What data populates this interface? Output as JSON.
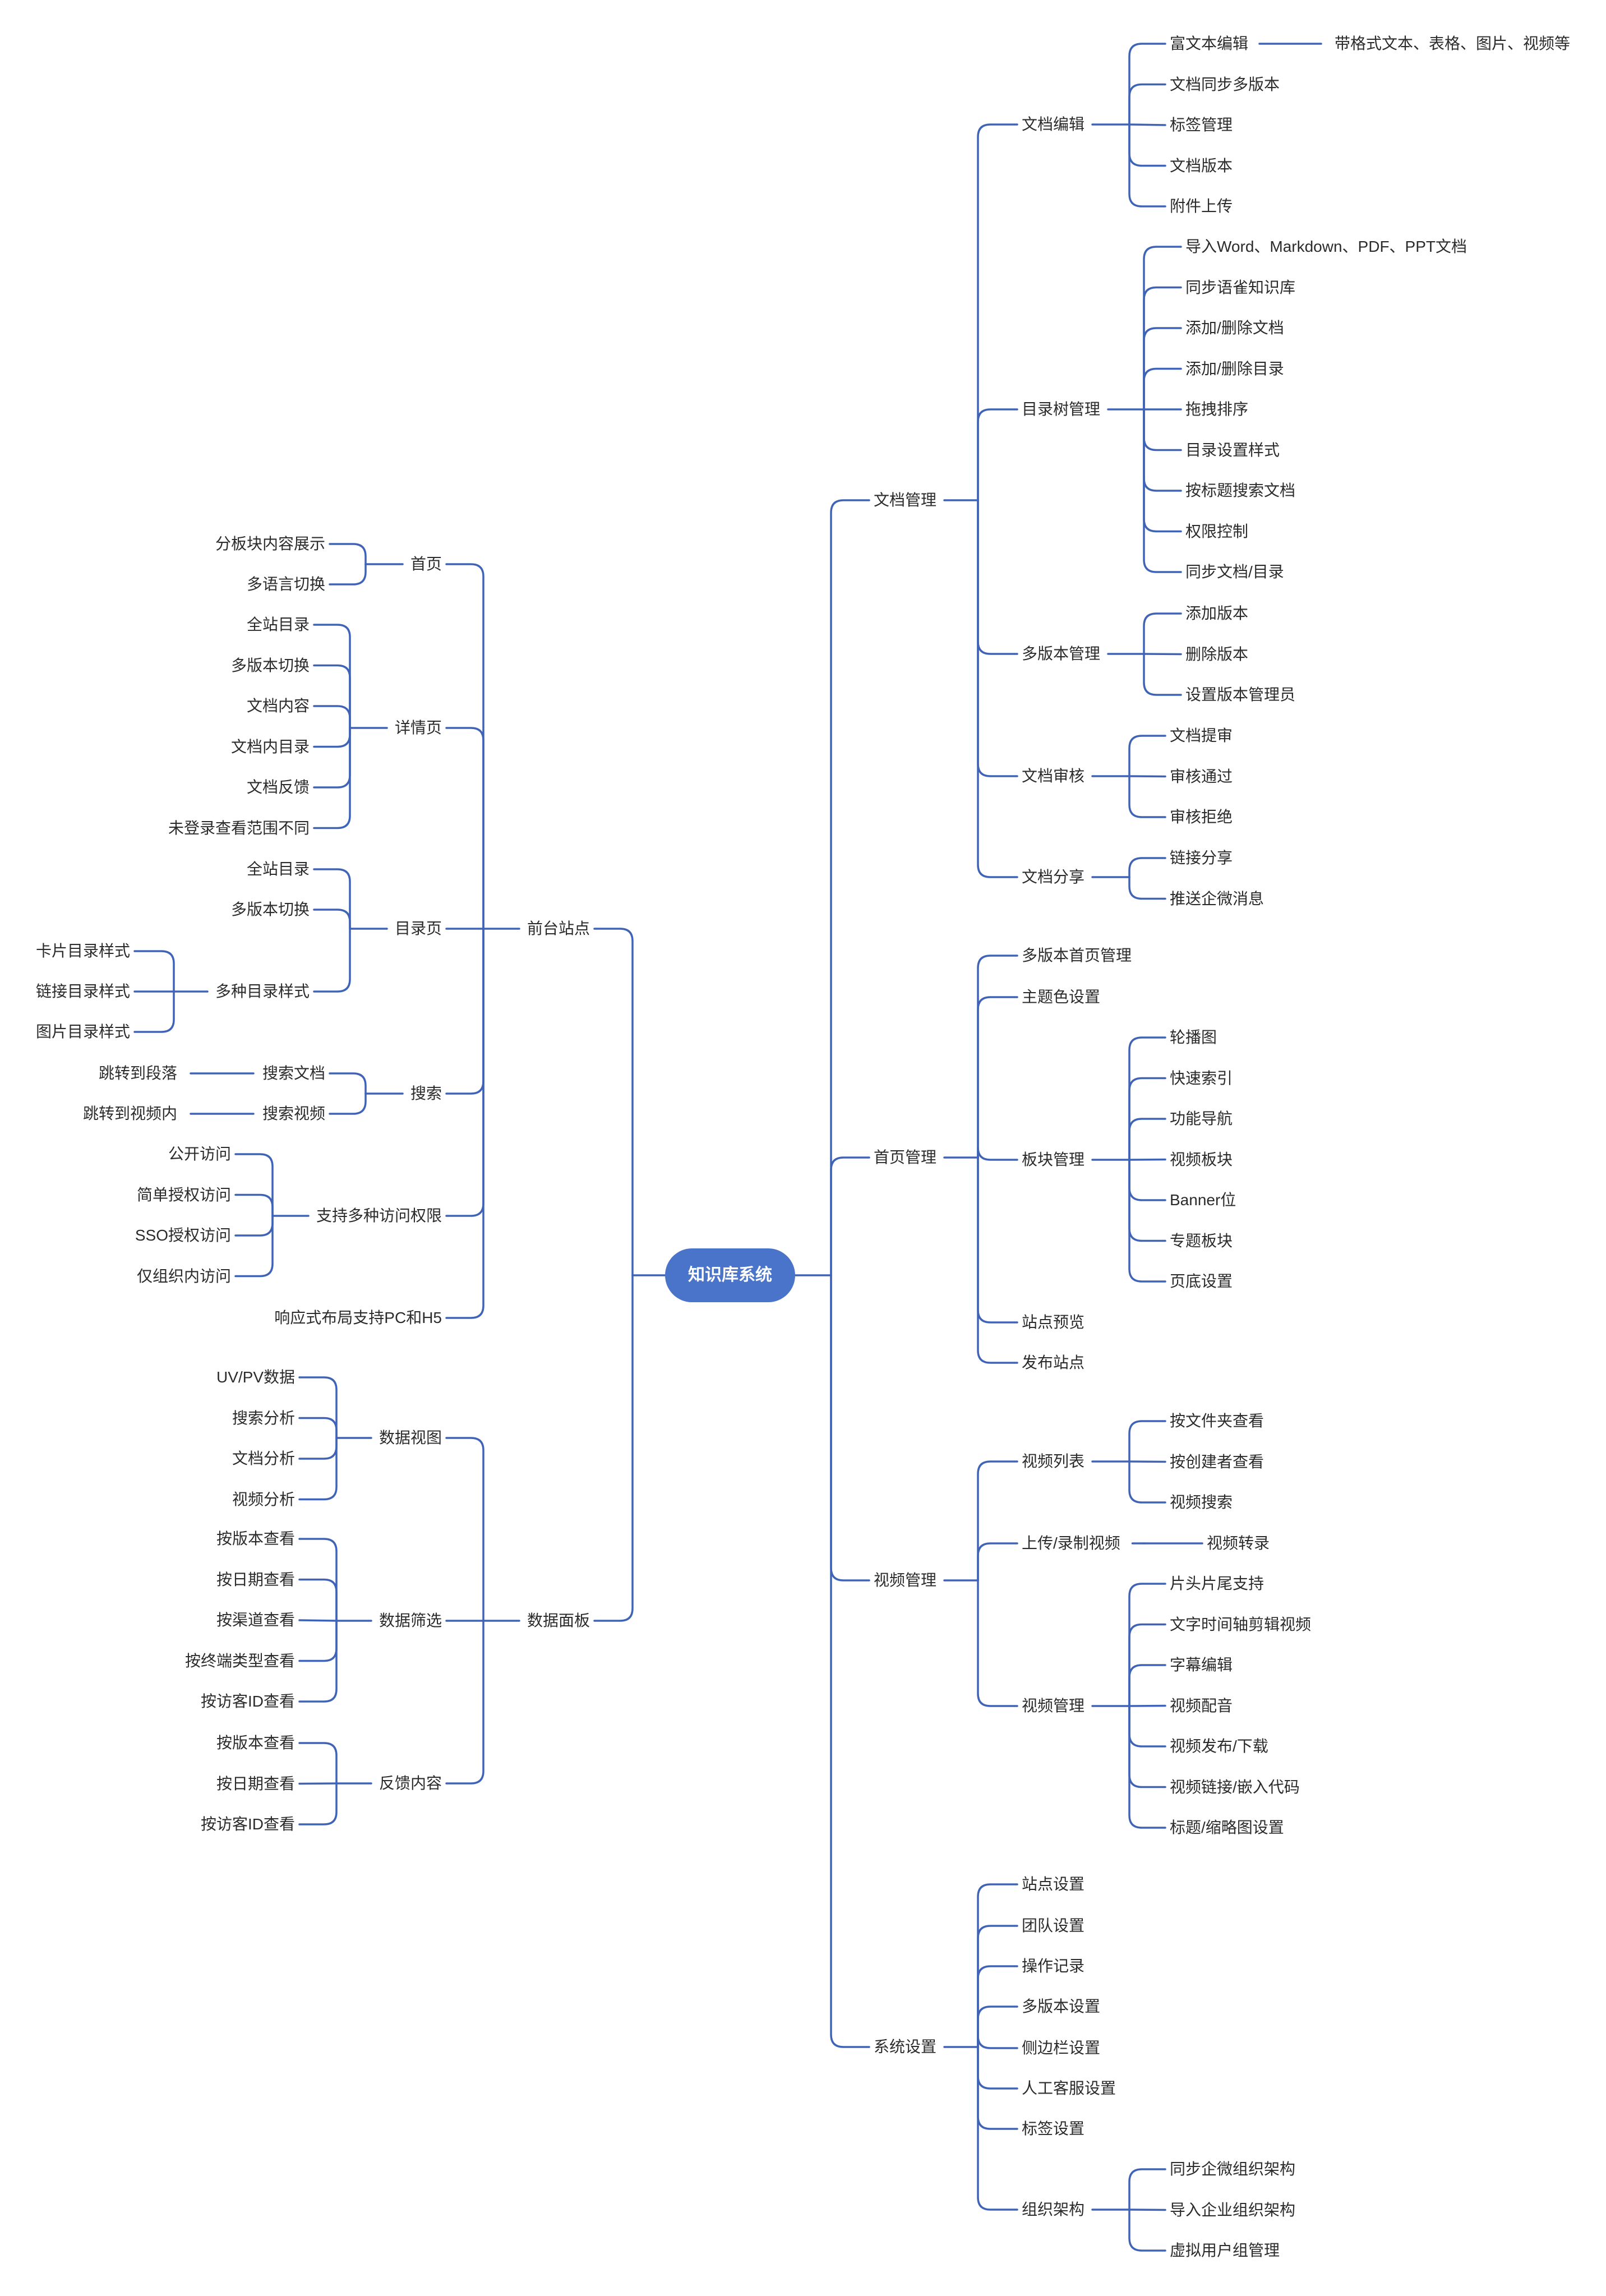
{
  "colors": {
    "line": "#3f63b6",
    "root_fill": "#4a74c9",
    "root_text": "#ffffff",
    "text": "#2b2b2b"
  },
  "root": "知识库系统",
  "branches": {
    "doc_mgmt": {
      "label": "文档管理",
      "children": {
        "edit": {
          "label": "文档编辑",
          "children": [
            "富文本编辑",
            "文档同步多版本",
            "标签管理",
            "文档版本",
            "附件上传"
          ],
          "rich_text_detail": "带格式文本、表格、图片、视频等"
        },
        "tree": {
          "label": "目录树管理",
          "children": [
            "导入Word、Markdown、PDF、PPT文档",
            "同步语雀知识库",
            "添加/删除文档",
            "添加/删除目录",
            "拖拽排序",
            "目录设置样式",
            "按标题搜索文档",
            "权限控制",
            "同步文档/目录"
          ]
        },
        "version": {
          "label": "多版本管理",
          "children": [
            "添加版本",
            "删除版本",
            "设置版本管理员"
          ]
        },
        "review": {
          "label": "文档审核",
          "children": [
            "文档提审",
            "审核通过",
            "审核拒绝"
          ]
        },
        "share": {
          "label": "文档分享",
          "children": [
            "链接分享",
            "推送企微消息"
          ]
        }
      }
    },
    "home_mgmt": {
      "label": "首页管理",
      "children": {
        "multi_home": {
          "label": "多版本首页管理"
        },
        "theme": {
          "label": "主题色设置"
        },
        "blocks": {
          "label": "板块管理",
          "children": [
            "轮播图",
            "快速索引",
            "功能导航",
            "视频板块",
            "Banner位",
            "专题板块",
            "页底设置"
          ]
        },
        "preview": {
          "label": "站点预览"
        },
        "publish": {
          "label": "发布站点"
        }
      }
    },
    "video_mgmt": {
      "label": "视频管理",
      "children": {
        "list": {
          "label": "视频列表",
          "children": [
            "按文件夹查看",
            "按创建者查看",
            "视频搜索"
          ]
        },
        "upload": {
          "label": "上传/录制视频",
          "children": [
            "视频转录"
          ]
        },
        "manage": {
          "label": "视频管理",
          "children": [
            "片头片尾支持",
            "文字时间轴剪辑视频",
            "字幕编辑",
            "视频配音",
            "视频发布/下载",
            "视频链接/嵌入代码",
            "标题/缩略图设置"
          ]
        }
      }
    },
    "sys_settings": {
      "label": "系统设置",
      "children": {
        "site": {
          "label": "站点设置"
        },
        "team": {
          "label": "团队设置"
        },
        "oplog": {
          "label": "操作记录"
        },
        "multi_ver": {
          "label": "多版本设置"
        },
        "sidebar": {
          "label": "侧边栏设置"
        },
        "cs": {
          "label": "人工客服设置"
        },
        "tags": {
          "label": "标签设置"
        },
        "org": {
          "label": "组织架构",
          "children": [
            "同步企微组织架构",
            "导入企业组织架构",
            "虚拟用户组管理"
          ]
        }
      }
    },
    "front_site": {
      "label": "前台站点",
      "children": {
        "home": {
          "label": "首页",
          "children": [
            "分板块内容展示",
            "多语言切换"
          ]
        },
        "detail": {
          "label": "详情页",
          "children": [
            "全站目录",
            "多版本切换",
            "文档内容",
            "文档内目录",
            "文档反馈",
            "未登录查看范围不同"
          ]
        },
        "catalog": {
          "label": "目录页",
          "children": [
            "全站目录",
            "多版本切换"
          ],
          "styles": {
            "label": "多种目录样式",
            "children": [
              "卡片目录样式",
              "链接目录样式",
              "图片目录样式"
            ]
          }
        },
        "search": {
          "label": "搜索",
          "children": [
            "搜索文档",
            "搜索视频"
          ],
          "targets": [
            "跳转到段落",
            "跳转到视频内"
          ]
        },
        "access": {
          "label": "支持多种访问权限",
          "children": [
            "公开访问",
            "简单授权访问",
            "SSO授权访问",
            "仅组织内访问"
          ]
        },
        "responsive": {
          "label": "响应式布局支持PC和H5"
        }
      }
    },
    "dashboard": {
      "label": "数据面板",
      "children": {
        "view": {
          "label": "数据视图",
          "children": [
            "UV/PV数据",
            "搜索分析",
            "文档分析",
            "视频分析"
          ]
        },
        "filter": {
          "label": "数据筛选",
          "children": [
            "按版本查看",
            "按日期查看",
            "按渠道查看",
            "按终端类型查看",
            "按访客ID查看"
          ]
        },
        "feedback": {
          "label": "反馈内容",
          "children": [
            "按版本查看",
            "按日期查看",
            "按访客ID查看"
          ]
        }
      }
    }
  }
}
